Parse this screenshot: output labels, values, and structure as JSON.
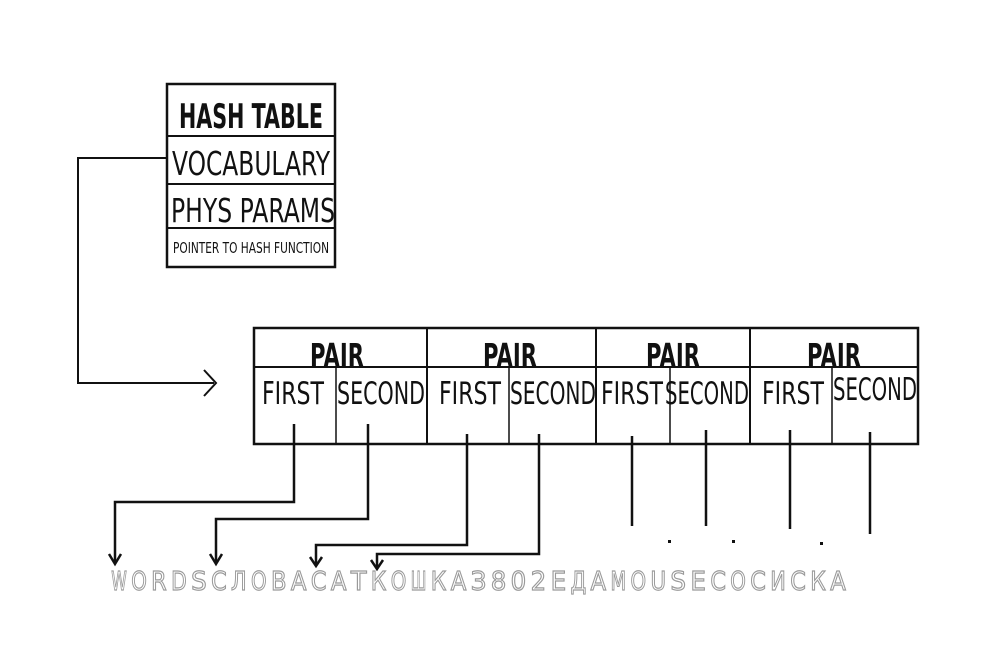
{
  "hash_table": {
    "title": "HASH TABLE",
    "fields": [
      "VOCABULARY",
      "PHYS PARAMS",
      "POINTER TO HASH FUNCTION"
    ]
  },
  "pairs": {
    "header": "PAIR",
    "first_label": "FIRST",
    "second_label": "SECOND"
  },
  "buffer": {
    "chars": [
      "W",
      "O",
      "R",
      "D",
      "S",
      "С",
      "Л",
      "О",
      "В",
      "А",
      "С",
      "А",
      "Т",
      "К",
      "О",
      "Ш",
      "К",
      "А",
      "З",
      "8",
      "0",
      "2",
      "Е",
      "Д",
      "А",
      "М",
      "О",
      "U",
      "S",
      "Е",
      "С",
      "О",
      "С",
      "И",
      "С",
      "К",
      "А"
    ]
  },
  "colors": {
    "line": "#111111",
    "text": "#111111",
    "buffer_text": "#ffffff",
    "buffer_outline": "#9a9a9a",
    "background": "#ffffff"
  }
}
